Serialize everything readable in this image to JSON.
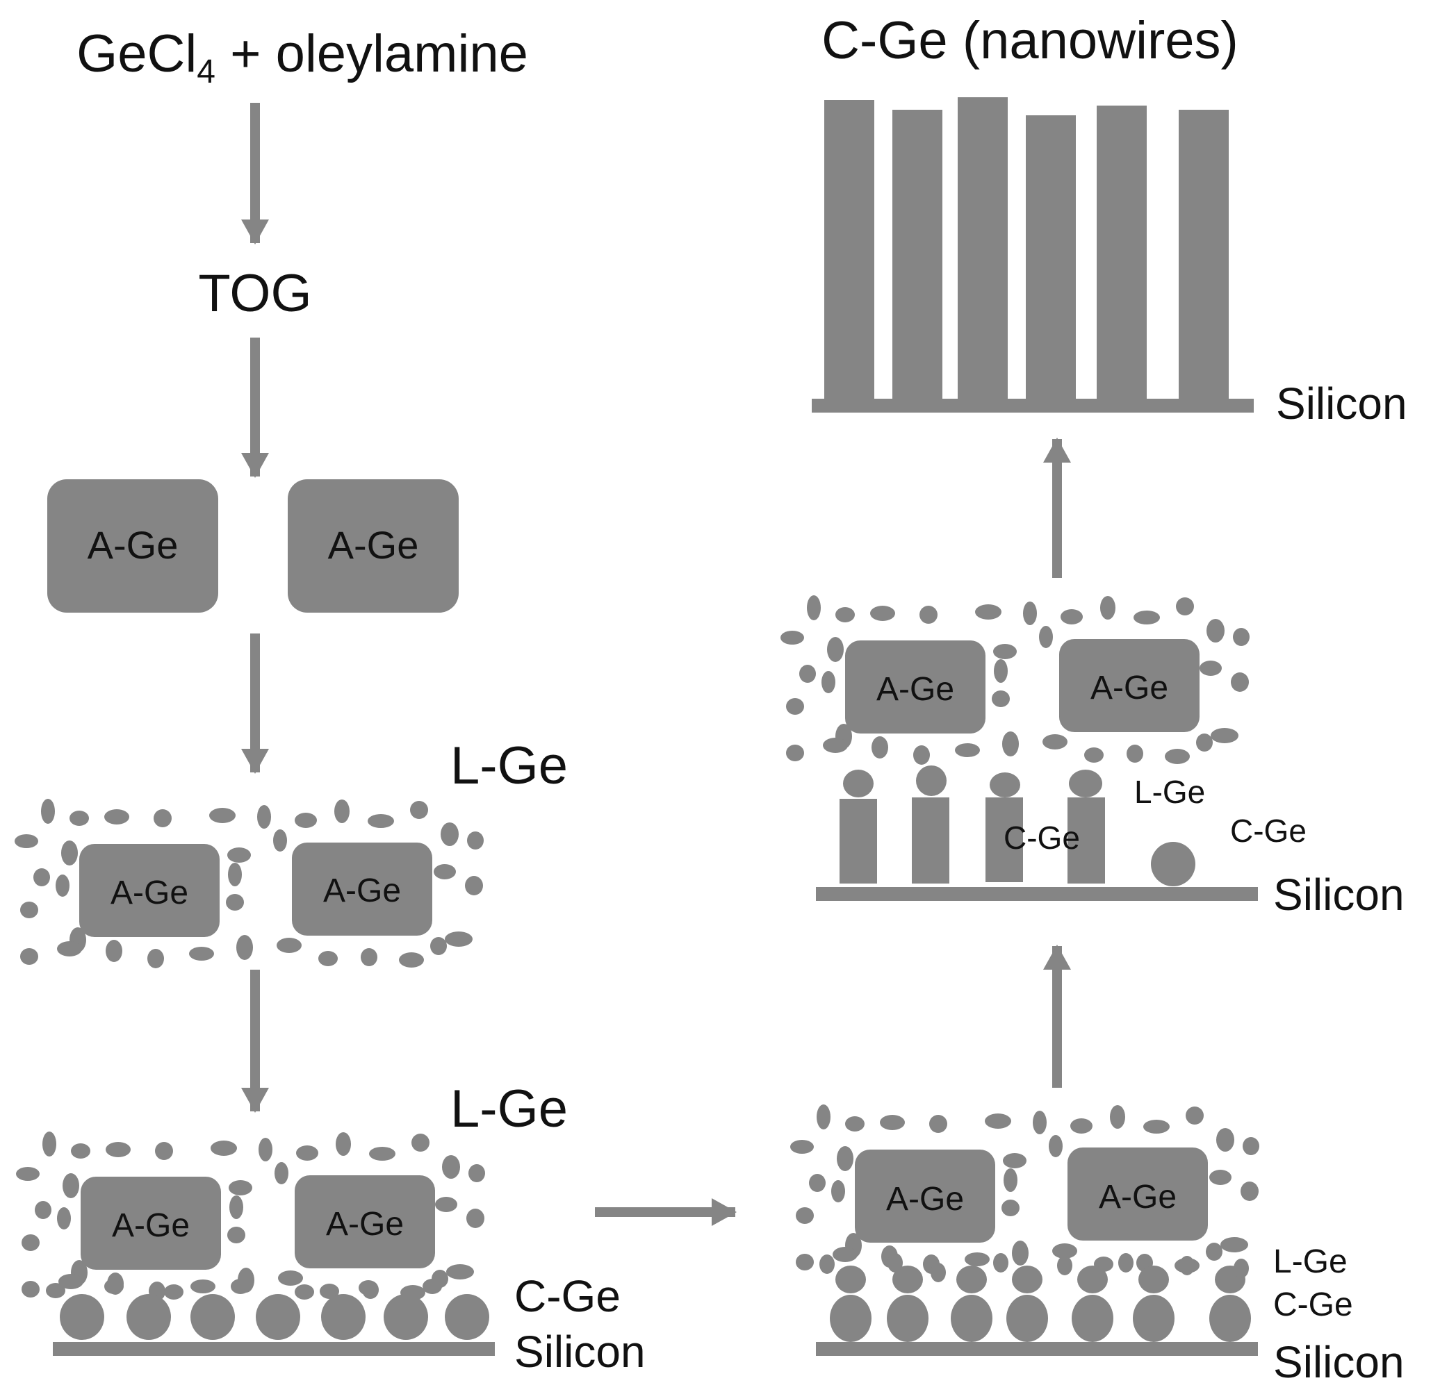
{
  "diagram": {
    "precursor": {
      "main": "GeCl",
      "sub": "4",
      "rest": " + oleylamine"
    },
    "intermediate": "TOG",
    "amorphous_label": "A-Ge",
    "liquid_label": "L-Ge",
    "crystal_label": "C-Ge",
    "substrate_label": "Silicon",
    "final_label": "C-Ge (nanowires)"
  },
  "colors": {
    "fill": "#858585",
    "ink": "#111111",
    "background": "#ffffff"
  }
}
